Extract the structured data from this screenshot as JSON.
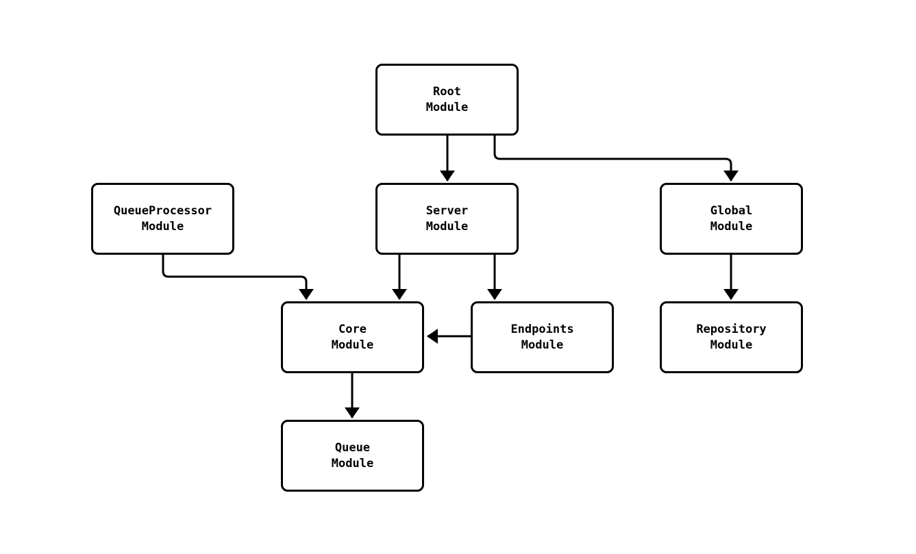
{
  "diagram": {
    "type": "module-dependency-graph",
    "nodes": [
      {
        "id": "root",
        "label": "Root\nModule"
      },
      {
        "id": "queueprocessor",
        "label": "QueueProcessor\nModule"
      },
      {
        "id": "server",
        "label": "Server\nModule"
      },
      {
        "id": "global",
        "label": "Global\nModule"
      },
      {
        "id": "core",
        "label": "Core\nModule"
      },
      {
        "id": "endpoints",
        "label": "Endpoints\nModule"
      },
      {
        "id": "repository",
        "label": "Repository\nModule"
      },
      {
        "id": "queue",
        "label": "Queue\nModule"
      }
    ],
    "edges": [
      {
        "from": "root",
        "to": "server"
      },
      {
        "from": "root",
        "to": "global"
      },
      {
        "from": "queueprocessor",
        "to": "core"
      },
      {
        "from": "server",
        "to": "core"
      },
      {
        "from": "server",
        "to": "endpoints"
      },
      {
        "from": "global",
        "to": "repository"
      },
      {
        "from": "endpoints",
        "to": "core"
      },
      {
        "from": "core",
        "to": "queue"
      }
    ],
    "colors": {
      "stroke": "#000000",
      "node_fill": "#ffffff",
      "background": "#ffffff"
    }
  }
}
